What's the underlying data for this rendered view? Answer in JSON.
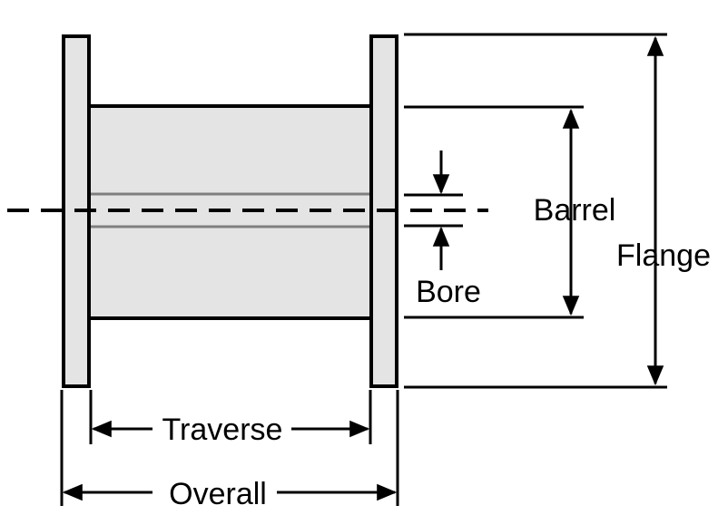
{
  "labels": {
    "barrel": "Barrel",
    "flange": "Flange",
    "bore": "Bore",
    "traverse": "Traverse",
    "overall": "Overall"
  },
  "colors": {
    "body_fill": "#e4e4e4",
    "stroke": "#000000",
    "bore_line": "#7f7f7f",
    "background": "#ffffff"
  }
}
